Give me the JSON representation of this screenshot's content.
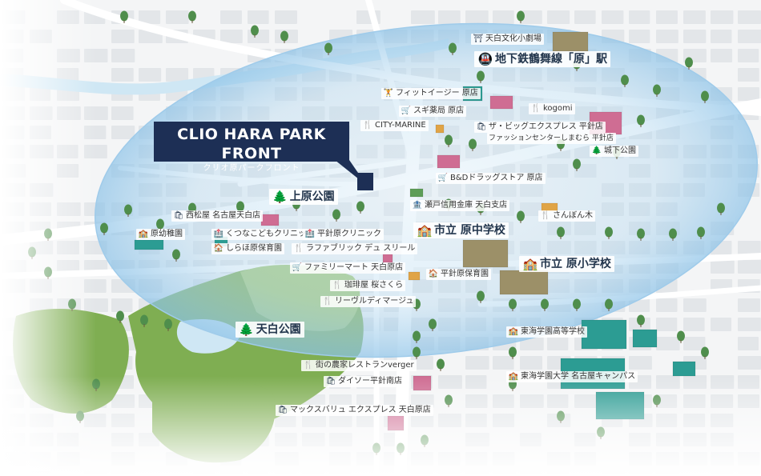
{
  "colors": {
    "bg": "#f4f5f6",
    "road": "#ffffff",
    "block": "#e3e6e9",
    "radius": "#b5d7ee",
    "river": "#cfe7f4",
    "forest": "#7fae52",
    "forest_light": "#a3c873",
    "tree": "#4f8e4c",
    "building_olive": "#9c9068",
    "building_teal": "#2c9c93",
    "building_pink": "#cf6d93",
    "building_orange": "#e0a446",
    "building_green": "#5d9d57",
    "navy": "#1d2f55"
  },
  "property": {
    "name_en": "CLIO HARA PARK FRONT",
    "name_ja": "クリオ原パークフロント"
  },
  "landmarks": {
    "station": {
      "label": "地下鉄鶴舞線「原」駅",
      "icon": "train-icon"
    },
    "hara_jhs": {
      "label": "市立 原中学校",
      "icon": "school-icon"
    },
    "hara_es": {
      "label": "市立 原小学校",
      "icon": "school-icon"
    },
    "kamihara_park": {
      "label": "上原公園",
      "icon": "park-icon"
    },
    "tenpaku_park": {
      "label": "天白公園",
      "icon": "park-icon"
    }
  },
  "pois": [
    {
      "id": "tenpaku-theater",
      "label": "天白文化小劇場",
      "icon": "theater-icon"
    },
    {
      "id": "fit-easy",
      "label": "フィットイージー 原店",
      "icon": "gym-icon"
    },
    {
      "id": "sugi",
      "label": "スギ薬局 原店",
      "icon": "cart-icon"
    },
    {
      "id": "kogomi",
      "label": "kogomi",
      "icon": "restaurant-icon"
    },
    {
      "id": "city-marine",
      "label": "CITY-MARINE",
      "icon": "restaurant-icon"
    },
    {
      "id": "big-express",
      "label": "ザ・ビッグエクスプレス 平針店",
      "icon": "shop-icon"
    },
    {
      "id": "shimamura",
      "label": "ファッションセンターしまむら 平針店",
      "icon": ""
    },
    {
      "id": "jokashita-park",
      "label": "城下公園",
      "icon": "park-icon"
    },
    {
      "id": "bnd",
      "label": "B&Dドラッグストア 原店",
      "icon": "cart-icon"
    },
    {
      "id": "seto-bank",
      "label": "瀬戸信用金庫 天白支店",
      "icon": "bank-icon"
    },
    {
      "id": "sanpongi",
      "label": "さんぼん木",
      "icon": "restaurant-icon"
    },
    {
      "id": "nishimatsuya",
      "label": "西松屋 名古屋天白店",
      "icon": "shop-icon"
    },
    {
      "id": "kutsuna",
      "label": "くつなこどもクリニック",
      "icon": "clinic-icon"
    },
    {
      "id": "hirabari-clinic",
      "label": "平針原クリニック",
      "icon": "clinic-icon"
    },
    {
      "id": "hara-kindergarten",
      "label": "原幼稚園",
      "icon": "school-icon"
    },
    {
      "id": "shiraho",
      "label": "しらほ原保育園",
      "icon": "nursery-icon"
    },
    {
      "id": "la-fabrique",
      "label": "ラファブリック デュ スリール",
      "icon": "restaurant-icon"
    },
    {
      "id": "familymart",
      "label": "ファミリーマート 天白原店",
      "icon": "cart-icon"
    },
    {
      "id": "hirabari-nursery",
      "label": "平針原保育園",
      "icon": "nursery-icon"
    },
    {
      "id": "coffee-sakura",
      "label": "珈琲屋 桜さくら",
      "icon": "restaurant-icon"
    },
    {
      "id": "reveil",
      "label": "リーヴルディマージュ",
      "icon": "restaurant-icon"
    },
    {
      "id": "tokai-hs",
      "label": "東海学園高等学校",
      "icon": "school-icon"
    },
    {
      "id": "verger",
      "label": "街の農家レストランverger",
      "icon": "restaurant-icon"
    },
    {
      "id": "daiso",
      "label": "ダイソー平針南店",
      "icon": "shop-icon"
    },
    {
      "id": "tokai-univ",
      "label": "東海学園大学 名古屋キャンパス",
      "icon": "school-icon"
    },
    {
      "id": "maxvalu",
      "label": "マックスバリュ エクスプレス 天白原店",
      "icon": "shop-icon"
    }
  ]
}
